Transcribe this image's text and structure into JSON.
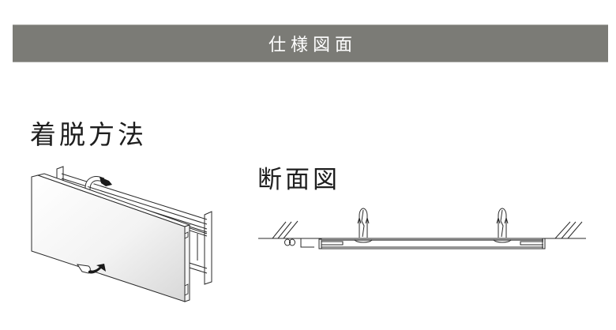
{
  "banner": {
    "title": "仕様図面",
    "background_color": "#7b7b76",
    "text_color": "#ffffff"
  },
  "sections": {
    "attach_method": {
      "heading": "着脱方法",
      "illustration": "panel-removal-3d-illustration",
      "icons": [
        "rotate-arrow-top-icon",
        "rotate-arrow-bottom-icon"
      ]
    },
    "cross_section": {
      "heading": "断面図",
      "illustration": "cross-section-drawing",
      "elements": [
        "wall-hatch-left",
        "wall-hatch-right",
        "anchor-plug-left",
        "anchor-plug-right",
        "rail-profile",
        "cord-loop-symbol"
      ]
    }
  },
  "colors": {
    "line": "#2a2a2a",
    "heading_text": "#1e1e1e",
    "page_background": "#ffffff"
  }
}
